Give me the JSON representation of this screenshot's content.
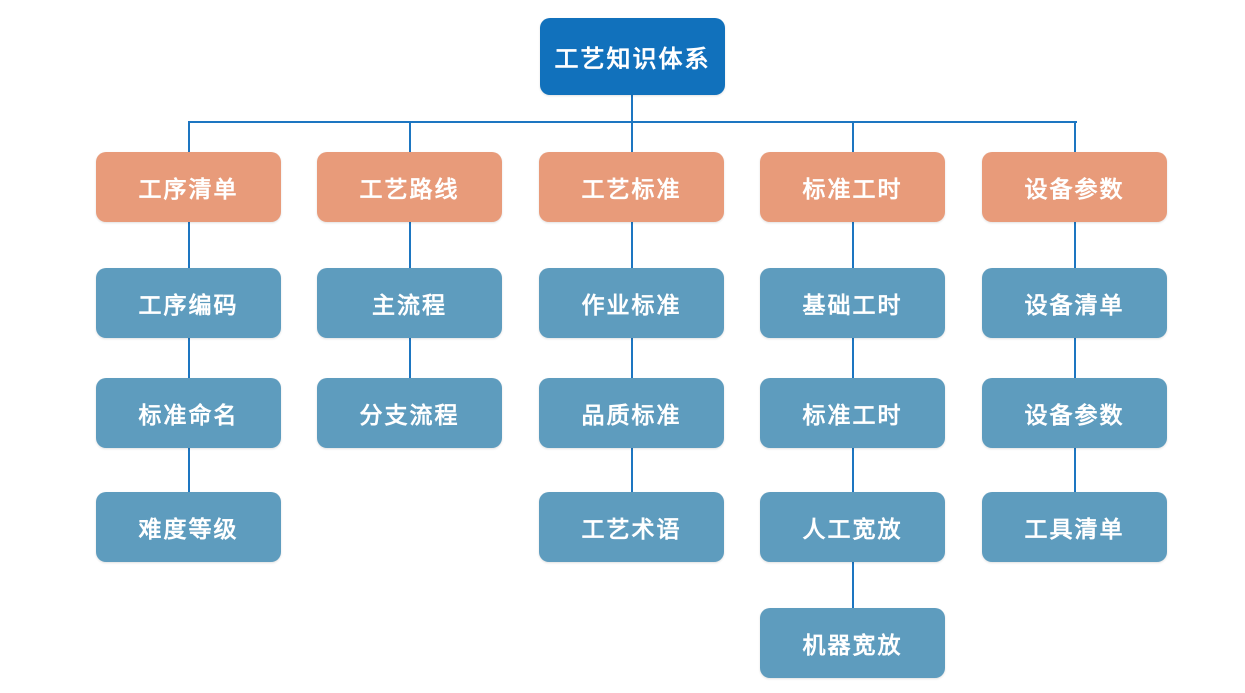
{
  "diagram": {
    "root": {
      "label": "工艺知识体系"
    },
    "columns": [
      {
        "header": "工序清单",
        "children": [
          "工序编码",
          "标准命名",
          "难度等级"
        ]
      },
      {
        "header": "工艺路线",
        "children": [
          "主流程",
          "分支流程"
        ]
      },
      {
        "header": "工艺标准",
        "children": [
          "作业标准",
          "品质标准",
          "工艺术语"
        ]
      },
      {
        "header": "标准工时",
        "children": [
          "基础工时",
          "标准工时",
          "人工宽放",
          "机器宽放"
        ]
      },
      {
        "header": "设备参数",
        "children": [
          "设备清单",
          "设备参数",
          "工具清单"
        ]
      }
    ],
    "colors": {
      "root_bg": "#1171bc",
      "header_bg": "#e89b7a",
      "child_bg": "#5e9cbe",
      "line": "#1d76c1",
      "text": "#ffffff",
      "background": "#ffffff"
    }
  }
}
